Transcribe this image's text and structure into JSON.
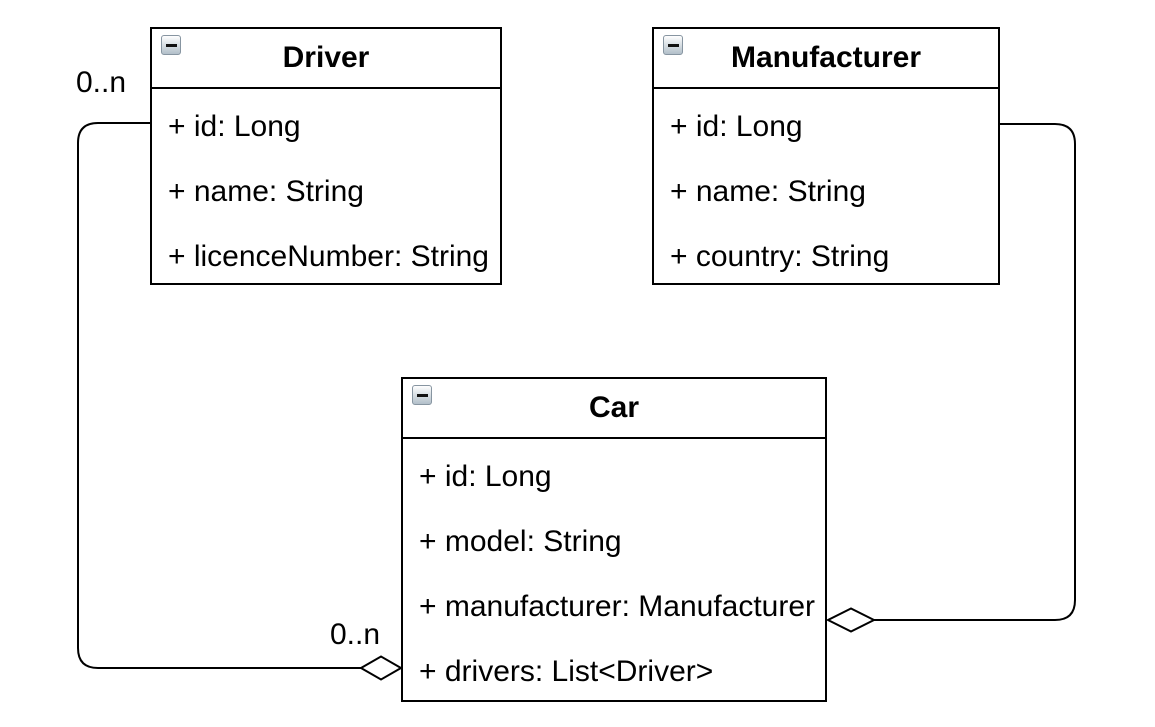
{
  "diagram": {
    "type": "uml-class-diagram",
    "background": "#ffffff",
    "line_color": "#000000"
  },
  "classes": [
    {
      "title": "Driver",
      "attributes": [
        "+ id: Long",
        "+ name: String",
        "+ licenceNumber: String"
      ]
    },
    {
      "title": "Manufacturer",
      "attributes": [
        "+ id: Long",
        "+ name: String",
        "+ country: String"
      ]
    },
    {
      "title": "Car",
      "attributes": [
        "+ id: Long",
        "+ model: String",
        "+ manufacturer: Manufacturer",
        "+ drivers: List<Driver>"
      ]
    }
  ],
  "relationships": [
    {
      "from": "Car",
      "to": "Driver",
      "type": "aggregation",
      "multiplicity_at_driver": "0..n",
      "multiplicity_at_car": "0..n"
    },
    {
      "from": "Car",
      "to": "Manufacturer",
      "type": "aggregation"
    }
  ],
  "icons": {
    "collapse": "minus-square-icon"
  },
  "colors": {
    "box_border": "#000000",
    "box_background": "#ffffff",
    "text": "#000000",
    "icon_border": "#8795a1",
    "icon_gradient_top": "#fefefe",
    "icon_gradient_bottom": "#b2bfc9"
  }
}
